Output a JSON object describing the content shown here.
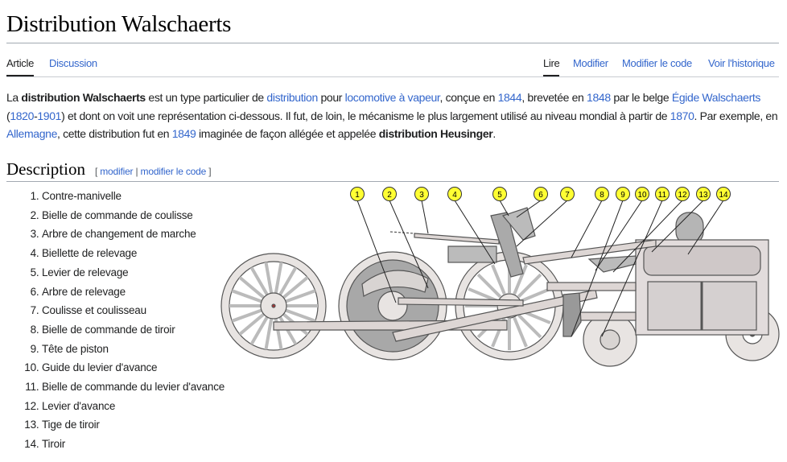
{
  "page": {
    "title": "Distribution Walschaerts"
  },
  "tabs_left": [
    {
      "label": "Article",
      "selected": true
    },
    {
      "label": "Discussion",
      "selected": false
    }
  ],
  "tabs_right": [
    {
      "label": "Lire",
      "selected": true
    },
    {
      "label": "Modifier",
      "selected": false
    },
    {
      "label": "Modifier le code",
      "selected": false
    },
    {
      "label": "Voir l'historique",
      "selected": false
    }
  ],
  "intro": [
    {
      "t": "text",
      "v": "La "
    },
    {
      "t": "bold",
      "v": "distribution Walschaerts"
    },
    {
      "t": "text",
      "v": " est un type particulier de "
    },
    {
      "t": "link",
      "v": "distribution"
    },
    {
      "t": "text",
      "v": " pour "
    },
    {
      "t": "link",
      "v": "locomotive à vapeur"
    },
    {
      "t": "text",
      "v": ", conçue en "
    },
    {
      "t": "link",
      "v": "1844"
    },
    {
      "t": "text",
      "v": ", brevetée en "
    },
    {
      "t": "link",
      "v": "1848"
    },
    {
      "t": "text",
      "v": " par le belge "
    },
    {
      "t": "link",
      "v": "Égide Walschaerts"
    },
    {
      "t": "text",
      "v": " ("
    },
    {
      "t": "link",
      "v": "1820"
    },
    {
      "t": "text",
      "v": "-"
    },
    {
      "t": "link",
      "v": "1901"
    },
    {
      "t": "text",
      "v": ") et dont on voit une représentation ci-dessous. Il fut, de loin, le mécanisme le plus largement utilisé au niveau mondial à partir de "
    },
    {
      "t": "link",
      "v": "1870"
    },
    {
      "t": "text",
      "v": ". Par exemple, en "
    },
    {
      "t": "link",
      "v": "Allemagne"
    },
    {
      "t": "text",
      "v": ", cette distribution fut en "
    },
    {
      "t": "link",
      "v": "1849"
    },
    {
      "t": "text",
      "v": " imaginée de façon allégée et appelée "
    },
    {
      "t": "bold",
      "v": "distribution Heusinger"
    },
    {
      "t": "text",
      "v": "."
    }
  ],
  "section": {
    "title": "Description",
    "edit_open": "[ ",
    "edit": "modifier",
    "sep": " | ",
    "edit_code": "modifier le code",
    "edit_close": " ]"
  },
  "parts": [
    "Contre-manivelle",
    "Bielle de commande de coulisse",
    "Arbre de changement de marche",
    "Biellette de relevage",
    "Levier de relevage",
    "Arbre de relevage",
    "Coulisse et coulisseau",
    "Bielle de commande de tiroir",
    "Tête de piston",
    "Guide du levier d'avance",
    "Bielle de commande du levier d'avance",
    "Levier d'avance",
    "Tige de tiroir",
    "Tiroir"
  ],
  "diagram": {
    "callouts": [
      "1",
      "2",
      "3",
      "4",
      "5",
      "6",
      "7",
      "8",
      "9",
      "10",
      "11",
      "12",
      "13",
      "14"
    ],
    "callout_color": "#ffff33"
  }
}
